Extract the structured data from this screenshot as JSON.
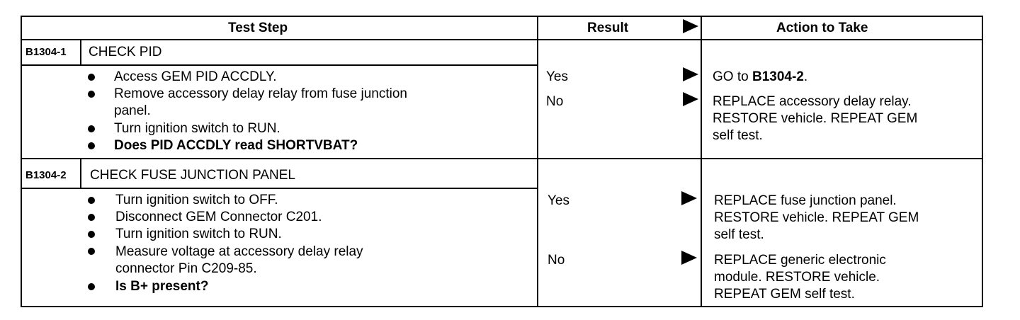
{
  "header": {
    "test_step": "Test Step",
    "result": "Result",
    "action": "Action to Take"
  },
  "steps": [
    {
      "code": "B1304-1",
      "title": "CHECK PID",
      "items": [
        "Access GEM PID ACCDLY.",
        "Remove accessory delay relay from fuse junction",
        "panel.",
        "Turn ignition switch to RUN.",
        "Does PID ACCDLY read SHORTVBAT?"
      ],
      "results": [
        "Yes",
        "No"
      ],
      "actions": {
        "yes_prefix": "GO to ",
        "yes_target": "B1304-2",
        "yes_suffix": ".",
        "no_lines": [
          "REPLACE accessory delay relay.",
          "RESTORE vehicle. REPEAT GEM",
          "self test."
        ]
      }
    },
    {
      "code": "B1304-2",
      "title": "CHECK FUSE JUNCTION PANEL",
      "items": [
        "Turn ignition switch to OFF.",
        "Disconnect GEM Connector C201.",
        "Turn ignition switch to RUN.",
        "Measure voltage at accessory delay relay",
        "connector Pin C209-85.",
        "Is B+ present?"
      ],
      "results": [
        "Yes",
        "No"
      ],
      "actions": {
        "yes_lines": [
          "REPLACE fuse junction panel.",
          "RESTORE vehicle. REPEAT GEM",
          "self test."
        ],
        "no_lines": [
          "REPLACE generic electronic",
          "module. RESTORE vehicle.",
          "REPEAT GEM self test."
        ]
      }
    }
  ]
}
